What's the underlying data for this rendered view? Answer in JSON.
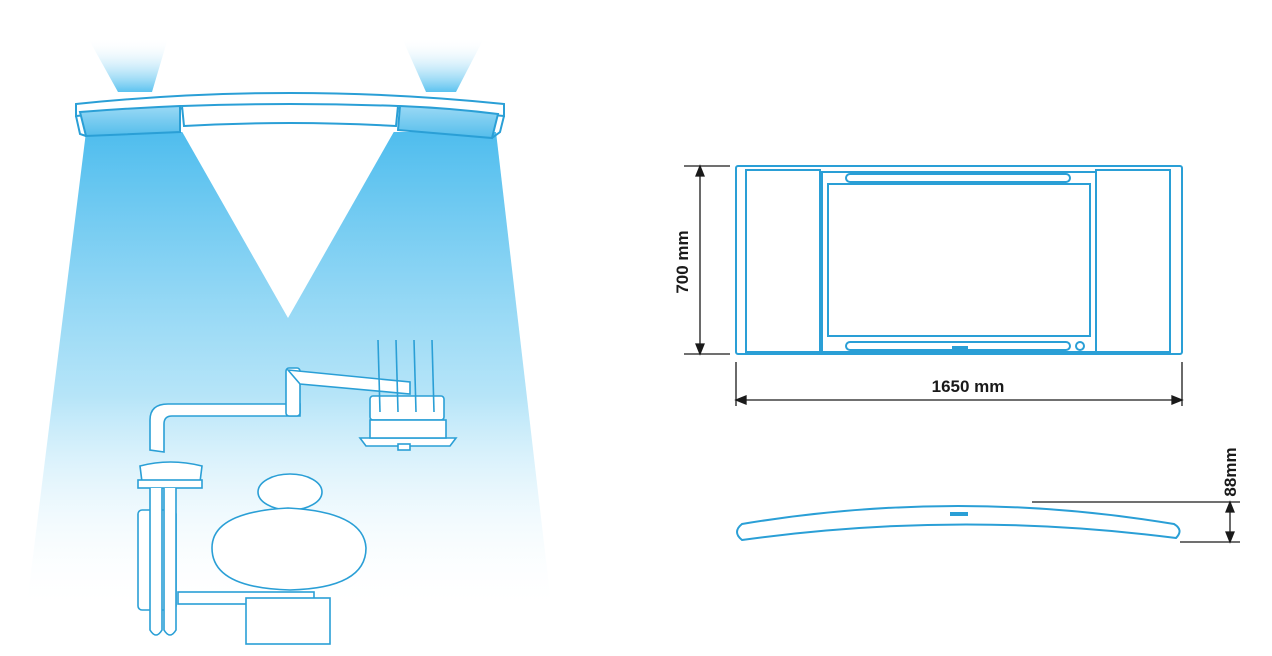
{
  "colors": {
    "outline": "#2a9fd6",
    "light_top": "#5cc3f0",
    "panel_fill": "#7dd0f3",
    "dim_line": "#1a1a1a",
    "background": "#ffffff"
  },
  "dimensions": {
    "height_label": "700 mm",
    "width_label": "1650 mm",
    "depth_label": "88mm"
  },
  "icons": {
    "lamp": "ceiling-light-panel-icon",
    "chair": "dental-chair-icon",
    "front_view": "panel-front-view-icon",
    "side_view": "panel-side-profile-icon"
  }
}
